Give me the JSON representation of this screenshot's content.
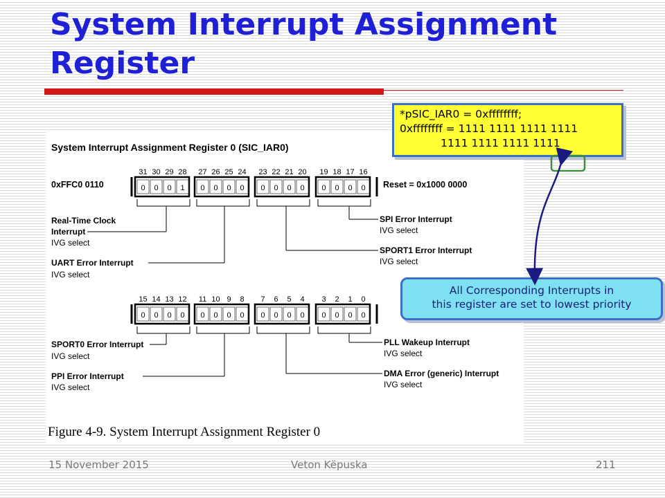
{
  "slide": {
    "title": "System Interrupt Assignment Register",
    "footer": {
      "date": "15 November 2015",
      "author": "Veton Këpuska",
      "page": "211"
    }
  },
  "code_box": {
    "line1": "*pSIC_IAR0 = 0xffffffff;",
    "line2": "0xffffffff = 1111 1111 1111 1111",
    "line3": "            1111 1111 1111 1111"
  },
  "note_box": {
    "line1": "All Corresponding Interrupts in",
    "line2": "this register are set to lowest priority"
  },
  "figure": {
    "heading": "System Interrupt Assignment Register 0 (SIC_IAR0)",
    "address": "0xFFC0 0110",
    "reset": "Reset = 0x1000 0000",
    "caption": "Figure 4-9. System Interrupt Assignment Register 0",
    "upper_bit_numbers": [
      "31",
      "30",
      "29",
      "28",
      "27",
      "26",
      "25",
      "24",
      "23",
      "22",
      "21",
      "20",
      "19",
      "18",
      "17",
      "16"
    ],
    "upper_bit_values": [
      "0",
      "0",
      "0",
      "1",
      "0",
      "0",
      "0",
      "0",
      "0",
      "0",
      "0",
      "0",
      "0",
      "0",
      "0",
      "0"
    ],
    "lower_bit_numbers": [
      "15",
      "14",
      "13",
      "12",
      "11",
      "10",
      "9",
      "8",
      "7",
      "6",
      "5",
      "4",
      "3",
      "2",
      "1",
      "0"
    ],
    "lower_bit_values": [
      "0",
      "0",
      "0",
      "0",
      "0",
      "0",
      "0",
      "0",
      "0",
      "0",
      "0",
      "0",
      "0",
      "0",
      "0",
      "0"
    ],
    "fields_upper": {
      "rtc": {
        "name1": "Real-Time Clock",
        "name2": "Interrupt",
        "sub": "IVG select"
      },
      "uart": {
        "name": "UART Error Interrupt",
        "sub": "IVG select"
      },
      "spi": {
        "name": "SPI Error Interrupt",
        "sub": "IVG select"
      },
      "sport1": {
        "name": "SPORT1 Error Interrupt",
        "sub": "IVG select"
      }
    },
    "fields_lower": {
      "sport0": {
        "name": "SPORT0 Error Interrupt",
        "sub": "IVG select"
      },
      "ppi": {
        "name": "PPI Error Interrupt",
        "sub": "IVG select"
      },
      "pll": {
        "name": "PLL Wakeup Interrupt",
        "sub": "IVG select"
      },
      "dma": {
        "name": "DMA Error (generic) Interrupt",
        "sub": "IVG select"
      }
    }
  }
}
